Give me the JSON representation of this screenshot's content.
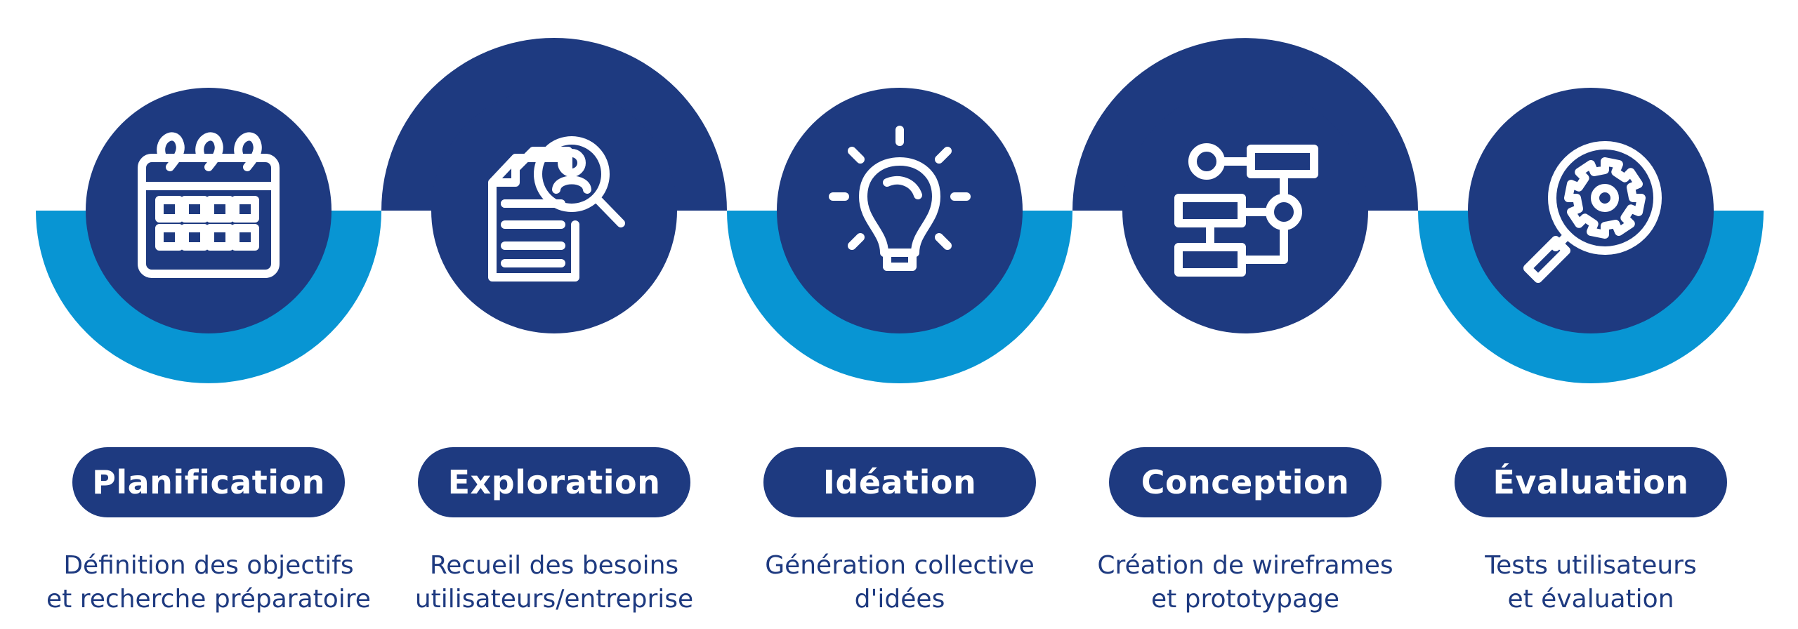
{
  "colors": {
    "navy": "#1e3a80",
    "blue": "#0895d3",
    "white": "#ffffff",
    "text": "#1e3a80"
  },
  "steps": [
    {
      "title": "Planification",
      "icon": "calendar-icon",
      "lines": [
        "Définition des objectifs",
        "et recherche préparatoire"
      ]
    },
    {
      "title": "Exploration",
      "icon": "document-search-user-icon",
      "lines": [
        "Recueil des besoins",
        "utilisateurs/entreprise"
      ]
    },
    {
      "title": "Idéation",
      "icon": "lightbulb-icon",
      "lines": [
        "Génération collective",
        "d'idées"
      ]
    },
    {
      "title": "Conception",
      "icon": "flowchart-icon",
      "lines": [
        "Création de wireframes",
        "et prototypage"
      ]
    },
    {
      "title": "Évaluation",
      "icon": "magnifier-gear-icon",
      "lines": [
        "Tests utilisateurs",
        "et évaluation"
      ]
    }
  ]
}
